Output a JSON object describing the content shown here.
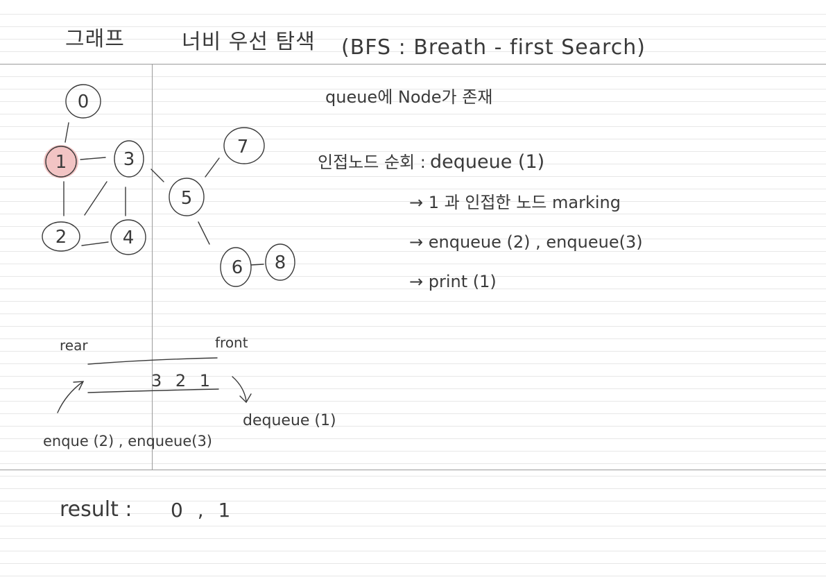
{
  "header": {
    "topic": "그래프",
    "title": "너비 우선 탐색",
    "title_paren": "(BFS : Breath - first Search)"
  },
  "graph": {
    "nodes": [
      {
        "label": "0",
        "highlighted": false
      },
      {
        "label": "1",
        "highlighted": true
      },
      {
        "label": "2",
        "highlighted": false
      },
      {
        "label": "3",
        "highlighted": false
      },
      {
        "label": "4",
        "highlighted": false
      },
      {
        "label": "5",
        "highlighted": false
      },
      {
        "label": "6",
        "highlighted": false
      },
      {
        "label": "7",
        "highlighted": false
      },
      {
        "label": "8",
        "highlighted": false
      }
    ],
    "highlight_color": "#f2c4c4"
  },
  "notes": {
    "line1": "queue에 Node가 존재",
    "label": "인접노드 순회 :",
    "op": "dequeue (1)",
    "steps": [
      "→ 1 과 인접한 노드 marking",
      "→ enqueue (2) , enqueue(3)",
      "→ print (1)"
    ]
  },
  "queue": {
    "rear_label": "rear",
    "front_label": "front",
    "contents": "3 2 1",
    "enqueue_label": "enque (2) , enqueue(3)",
    "dequeue_label": "dequeue (1)"
  },
  "result": {
    "label": "result :",
    "values": "0 , 1"
  },
  "colors": {
    "ink": "#3a3a3a",
    "ruled_line": "#e7e7e7",
    "divider": "#9a9a9a"
  }
}
